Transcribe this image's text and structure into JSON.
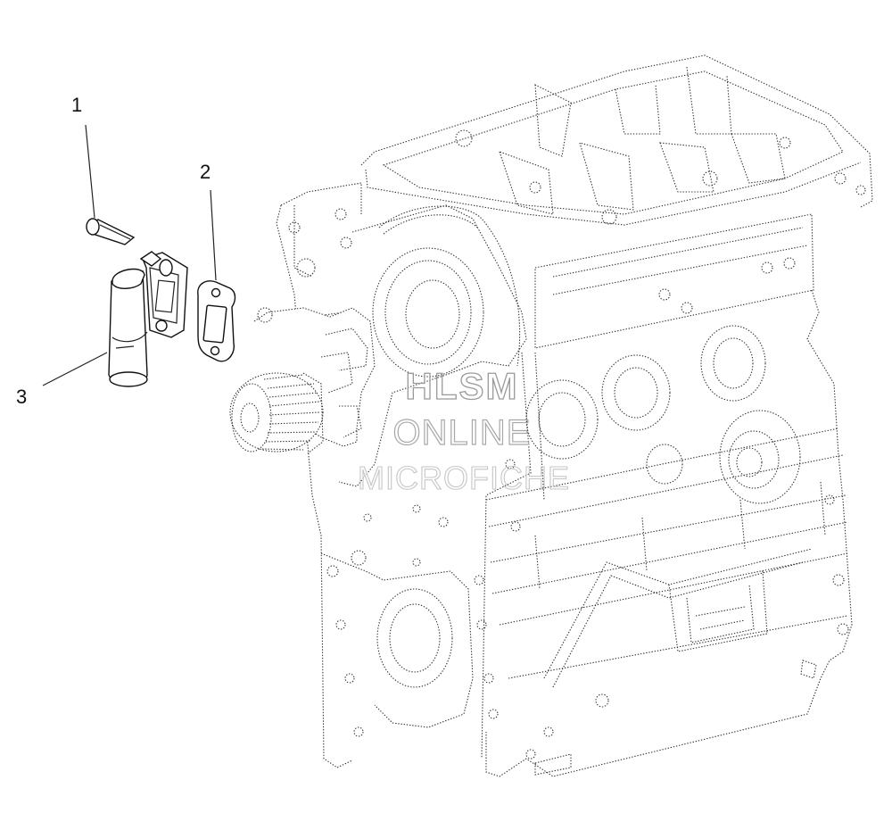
{
  "callouts": [
    {
      "number": "1"
    },
    {
      "number": "2"
    },
    {
      "number": "3"
    }
  ],
  "watermark": {
    "line1": "HLSM",
    "line2": "ONLINE",
    "line3": "MICROFICHE"
  },
  "colors": {
    "line": "#222222",
    "watermark": "#a0a0a0",
    "background": "#ffffff"
  }
}
